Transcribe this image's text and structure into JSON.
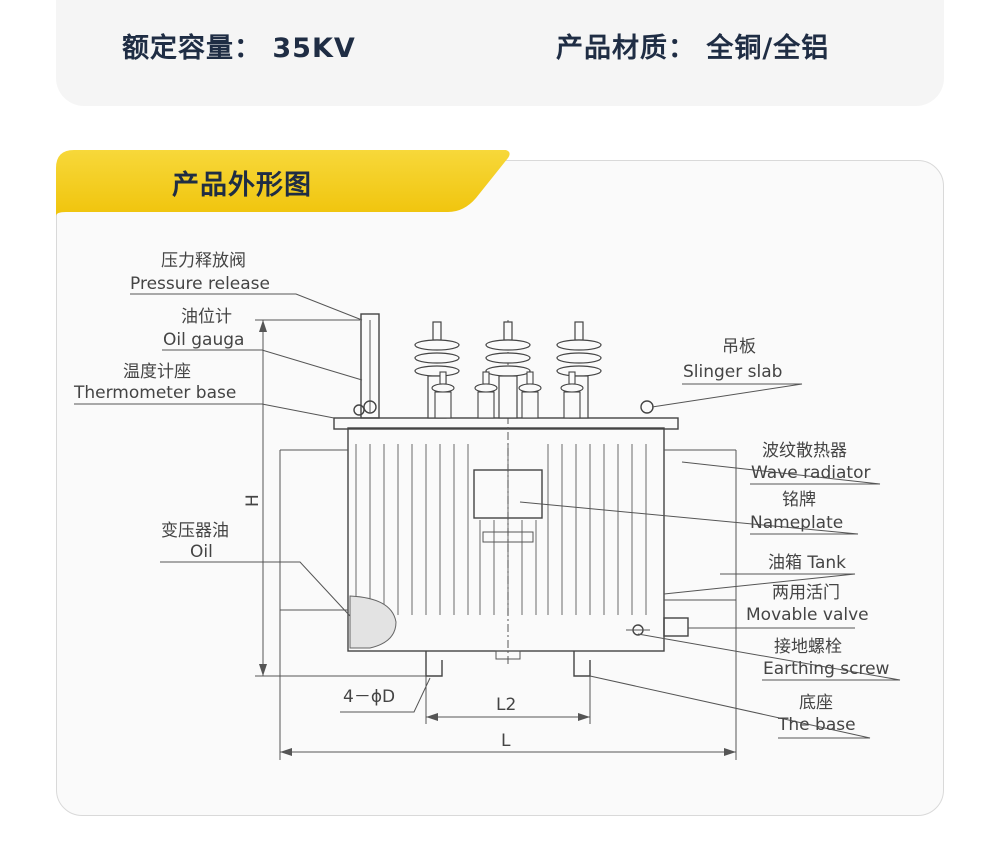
{
  "specs": {
    "capacity_text": "额定容量： 35KV",
    "material_text": "产品材质： 全铜/全铝"
  },
  "section": {
    "title": "产品外形图"
  },
  "colors": {
    "accent": "#f4cd20",
    "heading": "#1f2d44"
  },
  "labels": {
    "pressure_release_cn": "压力释放阀",
    "pressure_release_en": "Pressure release",
    "oil_gauge_cn": "油位计",
    "oil_gauge_en": "Oil gauga",
    "thermometer_cn": "温度计座",
    "thermometer_en": "Thermometer base",
    "oil_cn": "变压器油",
    "oil_en": "Oil",
    "slinger_cn": "吊板",
    "slinger_en": "Slinger slab",
    "wave_cn": "波纹散热器",
    "wave_en": "Wave radiator",
    "nameplate_cn": "铭牌",
    "nameplate_en": "Nameplate",
    "tank": "油箱 Tank",
    "valve_cn": "两用活门",
    "valve_en": "Movable valve",
    "earth_cn": "接地螺栓",
    "earth_en": "Earthing screw",
    "base_cn": "底座",
    "base_en": "The base",
    "dim_h": "H",
    "dim_hole": "4－ϕD",
    "dim_l2": "L2",
    "dim_l": "L"
  }
}
